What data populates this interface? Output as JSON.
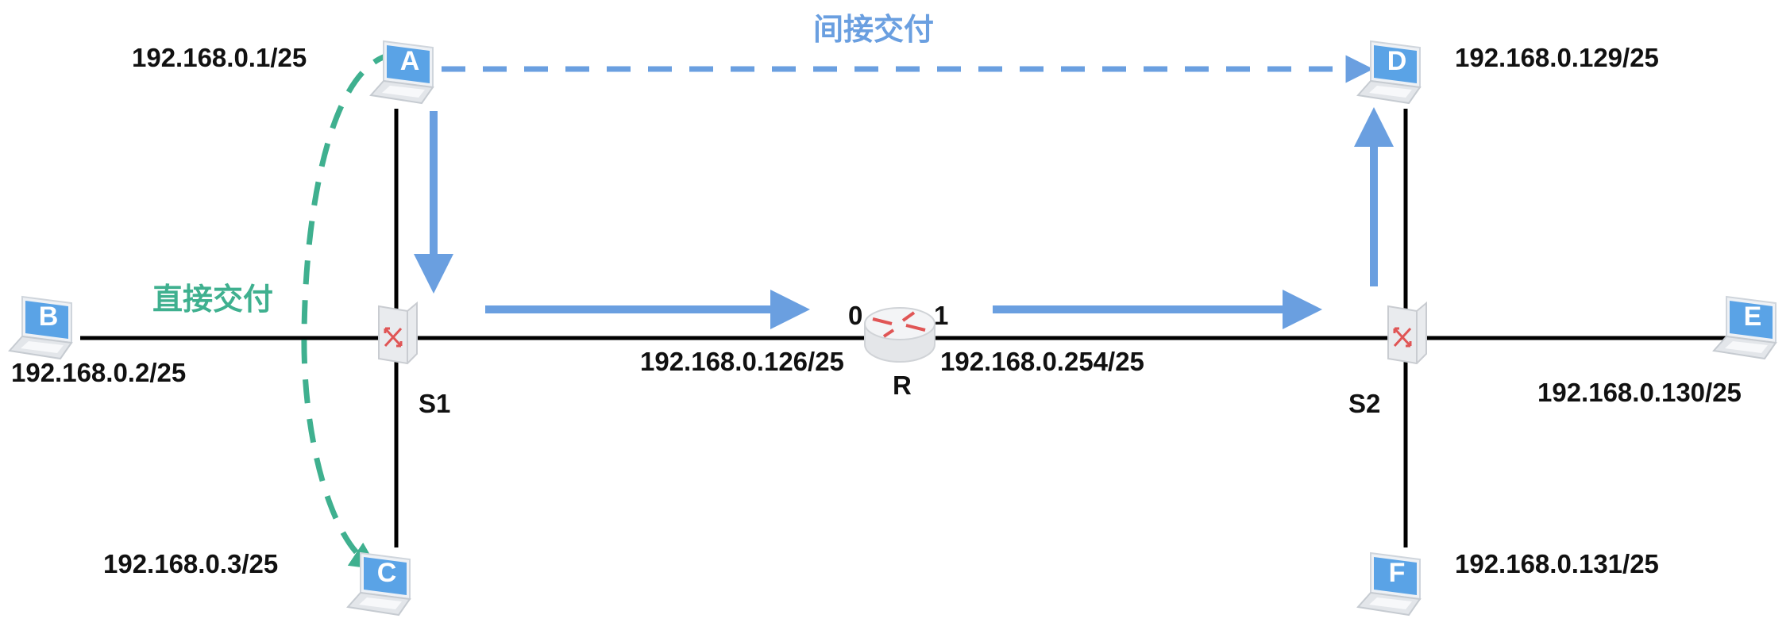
{
  "colors": {
    "indirect": "#6a9fe0",
    "direct": "#3fb08f",
    "link": "#000000",
    "router_arrow": "#e05555"
  },
  "annotations": {
    "indirect": "间接交付",
    "direct": "直接交付"
  },
  "hosts": {
    "A": {
      "letter": "A",
      "ip": "192.168.0.1/25"
    },
    "B": {
      "letter": "B",
      "ip": "192.168.0.2/25"
    },
    "C": {
      "letter": "C",
      "ip": "192.168.0.3/25"
    },
    "D": {
      "letter": "D",
      "ip": "192.168.0.129/25"
    },
    "E": {
      "letter": "E",
      "ip": "192.168.0.130/25"
    },
    "F": {
      "letter": "F",
      "ip": "192.168.0.131/25"
    }
  },
  "switches": {
    "s1": "S1",
    "s2": "S2"
  },
  "router": {
    "name": "R",
    "port0": "0",
    "port1": "1",
    "ip0": "192.168.0.126/25",
    "ip1": "192.168.0.254/25"
  }
}
